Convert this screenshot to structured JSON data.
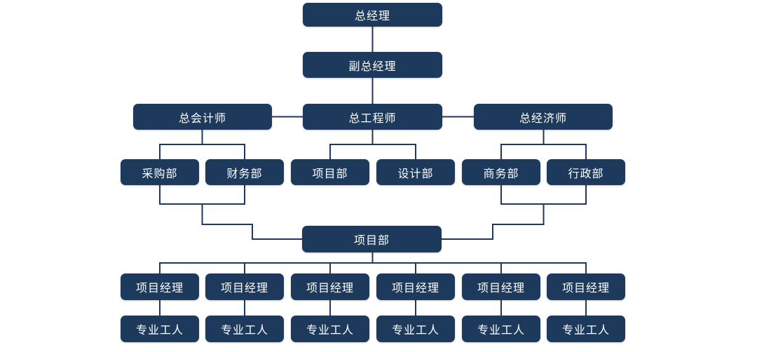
{
  "diagram": {
    "type": "org-chart",
    "background_color": "#ffffff",
    "node_fill_color": "#1d3a5c",
    "node_text_color": "#ffffff",
    "connector_color": "#1d3a5c",
    "nodes": {
      "general_manager": "总经理",
      "deputy_general_manager": "副总经理",
      "chief_accountant": "总会计师",
      "chief_engineer": "总工程师",
      "chief_economist": "总经济师",
      "procurement_dept": "采购部",
      "finance_dept": "财务部",
      "project_dept": "项目部",
      "design_dept": "设计部",
      "business_dept": "商务部",
      "admin_dept": "行政部",
      "project_dept_hub": "项目部",
      "project_managers": [
        "项目经理",
        "项目经理",
        "项目经理",
        "项目经理",
        "项目经理",
        "项目经理"
      ],
      "professional_workers": [
        "专业工人",
        "专业工人",
        "专业工人",
        "专业工人",
        "专业工人",
        "专业工人"
      ]
    },
    "edges": [
      [
        "general_manager",
        "deputy_general_manager"
      ],
      [
        "deputy_general_manager",
        "chief_engineer"
      ],
      [
        "chief_engineer",
        "chief_accountant"
      ],
      [
        "chief_engineer",
        "chief_economist"
      ],
      [
        "chief_accountant",
        "procurement_dept"
      ],
      [
        "chief_accountant",
        "finance_dept"
      ],
      [
        "chief_engineer",
        "project_dept"
      ],
      [
        "chief_engineer",
        "design_dept"
      ],
      [
        "chief_economist",
        "business_dept"
      ],
      [
        "chief_economist",
        "admin_dept"
      ],
      [
        "procurement_dept",
        "project_dept_hub"
      ],
      [
        "finance_dept",
        "project_dept_hub"
      ],
      [
        "project_dept",
        "project_dept_hub"
      ],
      [
        "design_dept",
        "project_dept_hub"
      ],
      [
        "business_dept",
        "project_dept_hub"
      ],
      [
        "admin_dept",
        "project_dept_hub"
      ],
      [
        "project_dept_hub",
        "project_managers.0"
      ],
      [
        "project_dept_hub",
        "project_managers.1"
      ],
      [
        "project_dept_hub",
        "project_managers.2"
      ],
      [
        "project_dept_hub",
        "project_managers.3"
      ],
      [
        "project_dept_hub",
        "project_managers.4"
      ],
      [
        "project_dept_hub",
        "project_managers.5"
      ],
      [
        "project_managers.0",
        "professional_workers.0"
      ],
      [
        "project_managers.1",
        "professional_workers.1"
      ],
      [
        "project_managers.2",
        "professional_workers.2"
      ],
      [
        "project_managers.3",
        "professional_workers.3"
      ],
      [
        "project_managers.4",
        "professional_workers.4"
      ],
      [
        "project_managers.5",
        "professional_workers.5"
      ]
    ]
  }
}
